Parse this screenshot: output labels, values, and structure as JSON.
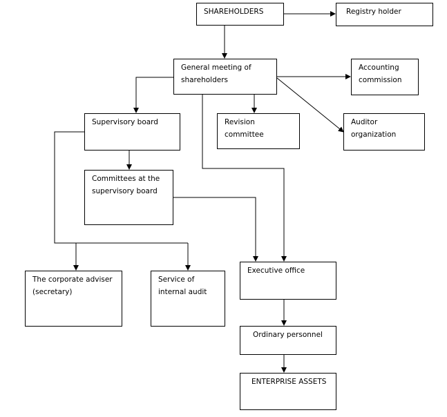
{
  "diagram": {
    "nodes": {
      "shareholders": "SHAREHOLDERS",
      "registry_holder": "Registry holder",
      "general_meeting": "General meeting of\nshareholders",
      "accounting_commission": "Accounting\ncommission",
      "supervisory_board": "Supervisory board",
      "revision_committee": "Revision\ncommittee",
      "auditor_organization": "Auditor\norganization",
      "committees_supervisory": "Committees at the\nsupervisory board",
      "corporate_adviser": "The corporate adviser\n(secretary)",
      "internal_audit": "Service of\ninternal audit",
      "executive_office": "Executive office",
      "ordinary_personnel": "Ordinary personnel",
      "enterprise_assets": "ENTERPRISE  ASSETS"
    },
    "connector_color": "#000000"
  }
}
